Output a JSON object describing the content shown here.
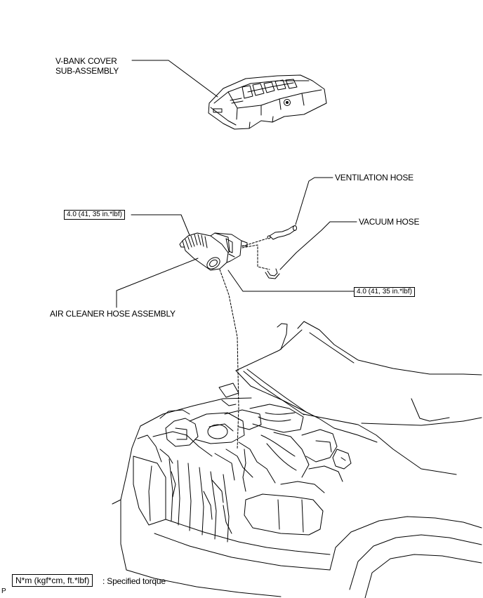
{
  "labels": {
    "v_bank_cover_line1": "V-BANK COVER",
    "v_bank_cover_line2": "SUB-ASSEMBLY",
    "ventilation_hose": "VENTILATION HOSE",
    "vacuum_hose": "VACUUM HOSE",
    "air_cleaner_hose": "AIR CLEANER HOSE ASSEMBLY"
  },
  "torques": {
    "upper_clamp": "4.0 (41, 35 in.*lbf)",
    "lower_clamp": "4.0 (41, 35 in.*lbf)"
  },
  "legend": {
    "unit_box": "N*m (kgf*cm, ft.*lbf)",
    "description": ": Specified torque"
  },
  "corner_mark": "P"
}
